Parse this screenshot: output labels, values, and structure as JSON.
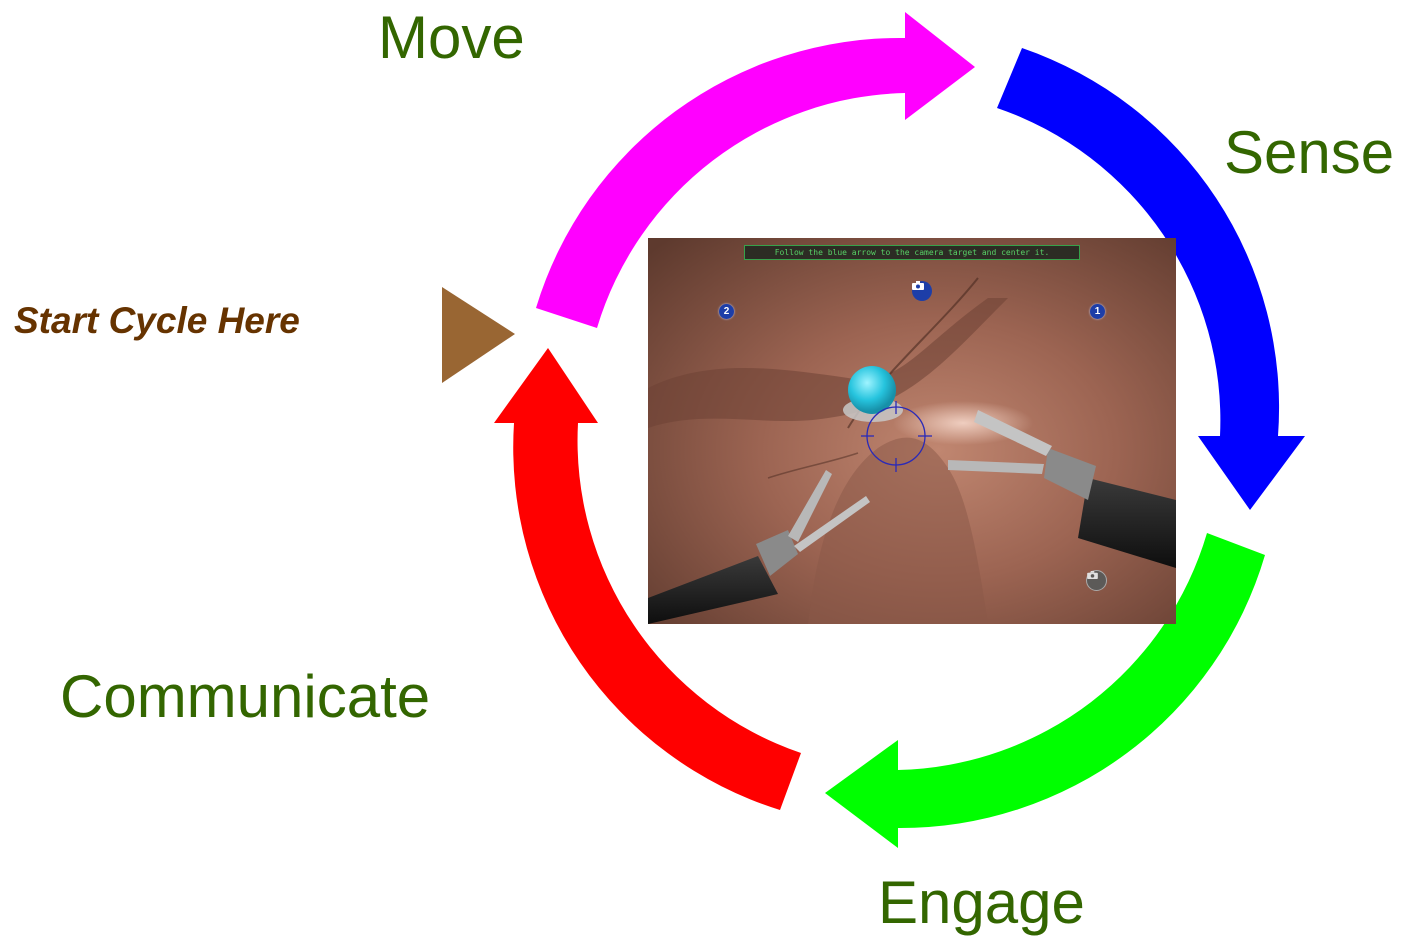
{
  "diagram": {
    "steps": [
      {
        "id": "move",
        "label": "Move",
        "arrow_color": "#ff00ff"
      },
      {
        "id": "sense",
        "label": "Sense",
        "arrow_color": "#0000ff"
      },
      {
        "id": "engage",
        "label": "Engage",
        "arrow_color": "#00ff00"
      },
      {
        "id": "communicate",
        "label": "Communicate",
        "arrow_color": "#ff0000"
      }
    ],
    "label_color": "#336600",
    "start": {
      "text": "Start Cycle Here",
      "color": "#663300",
      "marker_color": "#996633"
    }
  },
  "simulation": {
    "instruction": "Follow the blue arrow to the camera target and center it.",
    "badges": [
      "2",
      "1"
    ],
    "icons": [
      "camera-icon",
      "camera-icon"
    ]
  }
}
